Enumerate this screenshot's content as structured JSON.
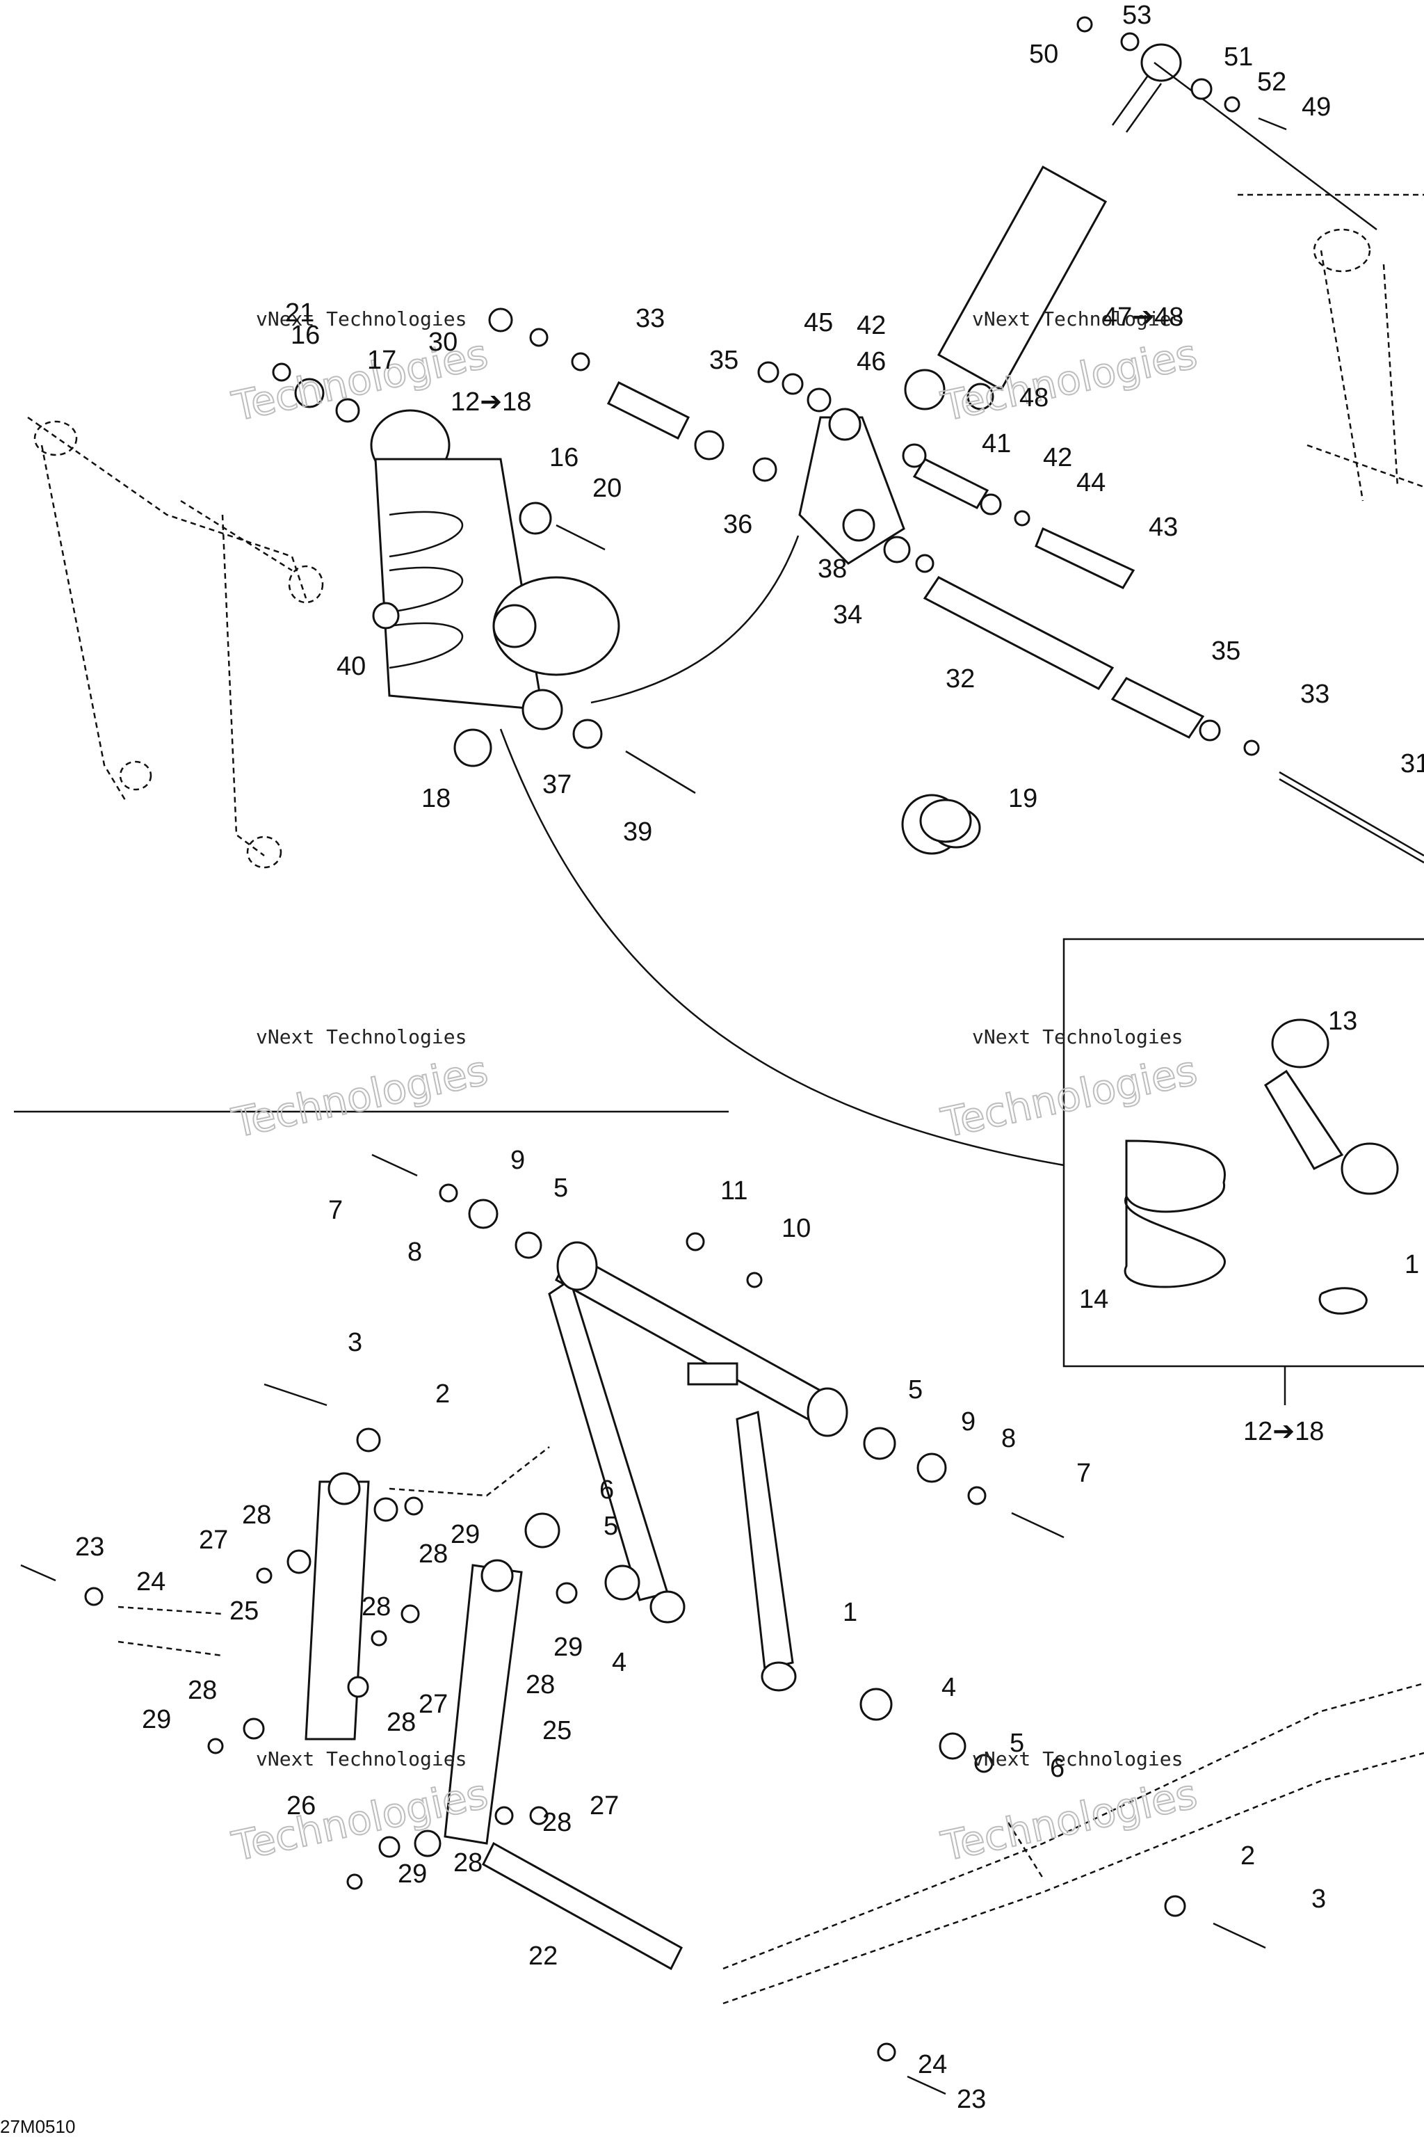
{
  "diagram": {
    "figure_code": "27M0510",
    "watermark_line1": "vNext Technologies",
    "watermark_line2": "Technologies",
    "callouts": [
      {
        "id": "c53",
        "text": "53"
      },
      {
        "id": "c50",
        "text": "50"
      },
      {
        "id": "c51",
        "text": "51"
      },
      {
        "id": "c52",
        "text": "52"
      },
      {
        "id": "c49",
        "text": "49"
      },
      {
        "id": "c33a",
        "text": "33"
      },
      {
        "id": "c30",
        "text": "30"
      },
      {
        "id": "c21",
        "text": "21"
      },
      {
        "id": "c16a",
        "text": "16"
      },
      {
        "id": "c17",
        "text": "17"
      },
      {
        "id": "c12a",
        "text": "12➔18"
      },
      {
        "id": "c35a",
        "text": "35"
      },
      {
        "id": "c45",
        "text": "45"
      },
      {
        "id": "c42a",
        "text": "42"
      },
      {
        "id": "c46",
        "text": "46"
      },
      {
        "id": "c47",
        "text": "47➔48"
      },
      {
        "id": "c48",
        "text": "48"
      },
      {
        "id": "c41",
        "text": "41"
      },
      {
        "id": "c42b",
        "text": "42"
      },
      {
        "id": "c44",
        "text": "44"
      },
      {
        "id": "c43",
        "text": "43"
      },
      {
        "id": "c16b",
        "text": "16"
      },
      {
        "id": "c20",
        "text": "20"
      },
      {
        "id": "c36",
        "text": "36"
      },
      {
        "id": "c38",
        "text": "38"
      },
      {
        "id": "c34",
        "text": "34"
      },
      {
        "id": "c40",
        "text": "40"
      },
      {
        "id": "c32",
        "text": "32"
      },
      {
        "id": "c35b",
        "text": "35"
      },
      {
        "id": "c33b",
        "text": "33"
      },
      {
        "id": "c31",
        "text": "31"
      },
      {
        "id": "c18",
        "text": "18"
      },
      {
        "id": "c37",
        "text": "37"
      },
      {
        "id": "c39",
        "text": "39"
      },
      {
        "id": "c19",
        "text": "19"
      },
      {
        "id": "c13",
        "text": "13"
      },
      {
        "id": "c14",
        "text": "14"
      },
      {
        "id": "c15",
        "text": "1"
      },
      {
        "id": "c12b",
        "text": "12➔18"
      },
      {
        "id": "c7a",
        "text": "7"
      },
      {
        "id": "c9a",
        "text": "9"
      },
      {
        "id": "c5a",
        "text": "5"
      },
      {
        "id": "c8a",
        "text": "8"
      },
      {
        "id": "c11",
        "text": "11"
      },
      {
        "id": "c10",
        "text": "10"
      },
      {
        "id": "c3a",
        "text": "3"
      },
      {
        "id": "c2a",
        "text": "2"
      },
      {
        "id": "c5b",
        "text": "5"
      },
      {
        "id": "c9b",
        "text": "9"
      },
      {
        "id": "c8b",
        "text": "8"
      },
      {
        "id": "c7b",
        "text": "7"
      },
      {
        "id": "c6a",
        "text": "6"
      },
      {
        "id": "c5c",
        "text": "5"
      },
      {
        "id": "c28a",
        "text": "28"
      },
      {
        "id": "c27a",
        "text": "27"
      },
      {
        "id": "c28b",
        "text": "28"
      },
      {
        "id": "c29a",
        "text": "29"
      },
      {
        "id": "c23a",
        "text": "23"
      },
      {
        "id": "c24a",
        "text": "24"
      },
      {
        "id": "c25a",
        "text": "25"
      },
      {
        "id": "c28c",
        "text": "28"
      },
      {
        "id": "c29b",
        "text": "29"
      },
      {
        "id": "c4a",
        "text": "4"
      },
      {
        "id": "c1",
        "text": "1"
      },
      {
        "id": "c28d",
        "text": "28"
      },
      {
        "id": "c27b",
        "text": "27"
      },
      {
        "id": "c28e",
        "text": "28"
      },
      {
        "id": "c29c",
        "text": "29"
      },
      {
        "id": "c28f",
        "text": "28"
      },
      {
        "id": "c25b",
        "text": "25"
      },
      {
        "id": "c4b",
        "text": "4"
      },
      {
        "id": "c5d",
        "text": "5"
      },
      {
        "id": "c6b",
        "text": "6"
      },
      {
        "id": "c26",
        "text": "26"
      },
      {
        "id": "c27c",
        "text": "27"
      },
      {
        "id": "c28g",
        "text": "28"
      },
      {
        "id": "c29d",
        "text": "29"
      },
      {
        "id": "c28h",
        "text": "28"
      },
      {
        "id": "c22",
        "text": "22"
      },
      {
        "id": "c2b",
        "text": "2"
      },
      {
        "id": "c3b",
        "text": "3"
      },
      {
        "id": "c24b",
        "text": "24"
      },
      {
        "id": "c23b",
        "text": "23"
      }
    ]
  }
}
